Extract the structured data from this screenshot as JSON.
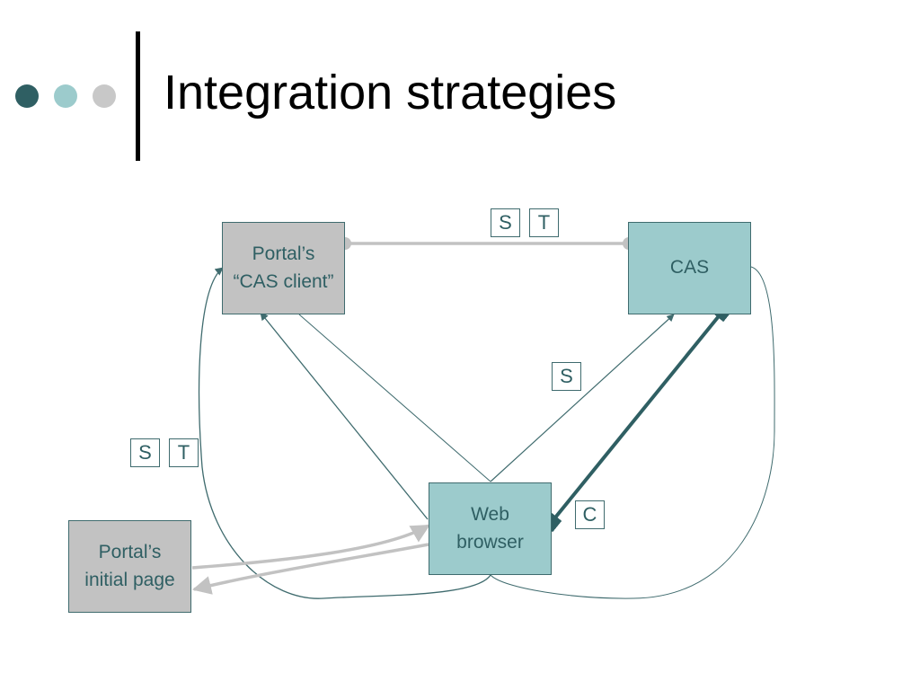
{
  "slide": {
    "title": "Integration strategies",
    "accent_colors": [
      "#2f5f63",
      "#9ccbcc",
      "#c8c8c8"
    ]
  },
  "diagram": {
    "nodes": {
      "portal_cas_client": "Portal’s\n“CAS client”",
      "cas": "CAS",
      "web_browser": "Web\nbrowser",
      "portal_initial_page": "Portal’s\ninitial page"
    },
    "tags": {
      "top_s": "S",
      "top_t": "T",
      "mid_s": "S",
      "left_s": "S",
      "left_t": "T",
      "c": "C"
    }
  }
}
